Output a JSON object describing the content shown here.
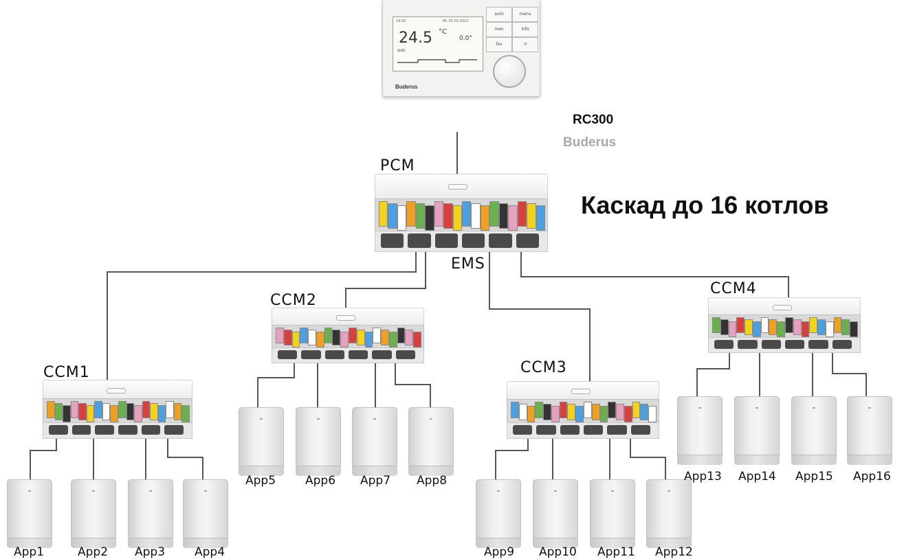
{
  "thermostat": {
    "model": "RC300",
    "brand": "Buderus",
    "display": {
      "time": "14:02",
      "date": "Mi. 01.02.2012",
      "room_temp": "24.5",
      "room_temp_unit": "°C",
      "outdoor_temp": "0.0°",
      "mode": "auto"
    },
    "buttons": [
      "auto",
      "menu",
      "man",
      "info",
      "fav",
      "↺"
    ],
    "panel_brand": "Buderus"
  },
  "title": "Каскад до 16 котлов",
  "bus_label": "EMS",
  "master_module": "PCM",
  "modules": [
    {
      "name": "CCM1",
      "apps": [
        "App1",
        "App2",
        "App3",
        "App4"
      ]
    },
    {
      "name": "CCM2",
      "apps": [
        "App5",
        "App6",
        "App7",
        "App8"
      ]
    },
    {
      "name": "CCM3",
      "apps": [
        "App9",
        "App10",
        "App11",
        "App12"
      ]
    },
    {
      "name": "CCM4",
      "apps": [
        "App13",
        "App14",
        "App15",
        "App16"
      ]
    }
  ],
  "colors": {
    "line": "#555555",
    "brand_gray": "#a8a8a8",
    "terminal_yellow": "#f2d21b",
    "terminal_orange": "#f0a020",
    "terminal_pink": "#e8a0c0",
    "terminal_blue": "#4aa0e0",
    "terminal_green": "#6ab04c",
    "terminal_red": "#d84040"
  }
}
